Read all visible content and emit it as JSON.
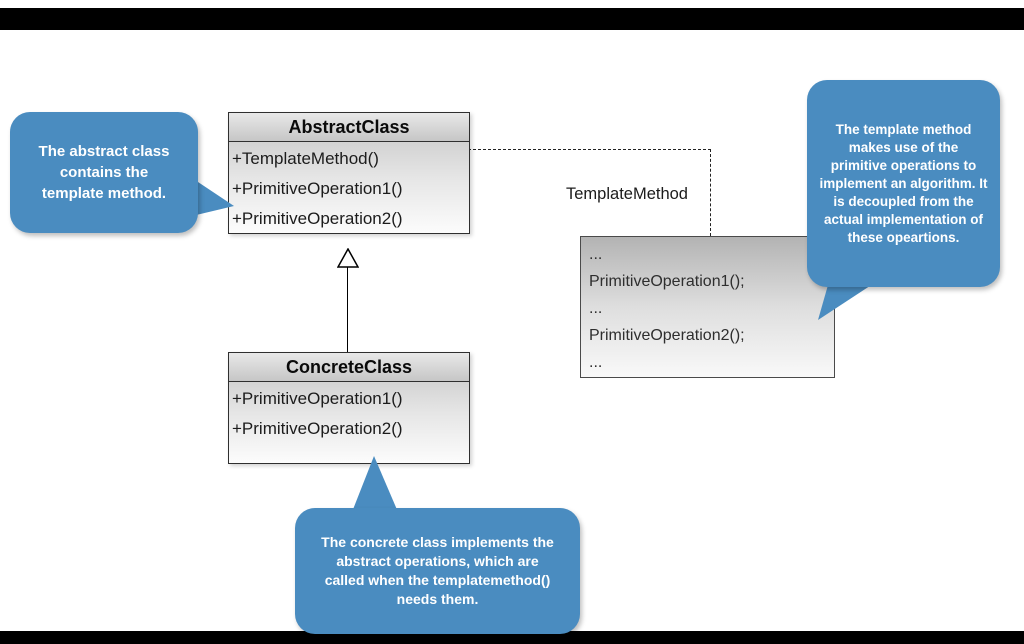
{
  "colors": {
    "callout_blue": "#4a8cc0",
    "bar_black": "#000000"
  },
  "abstract_class": {
    "name": "AbstractClass",
    "methods": [
      "+TemplateMethod()",
      "+PrimitiveOperation1()",
      "+PrimitiveOperation2()"
    ]
  },
  "concrete_class": {
    "name": "ConcreteClass",
    "methods": [
      "+PrimitiveOperation1()",
      "+PrimitiveOperation2()"
    ]
  },
  "code_note": {
    "lines": [
      "...",
      "PrimitiveOperation1();",
      "...",
      "PrimitiveOperation2();",
      "..."
    ]
  },
  "connector_label": "TemplateMethod",
  "callouts": {
    "left": "The abstract class contains the template method.",
    "right": "The template method makes use of the primitive operations to implement an algorithm. It is decoupled from the actual implementation of these opeartions.",
    "bottom": "The concrete class implements the abstract operations, which are called when the templatemethod() needs them."
  }
}
